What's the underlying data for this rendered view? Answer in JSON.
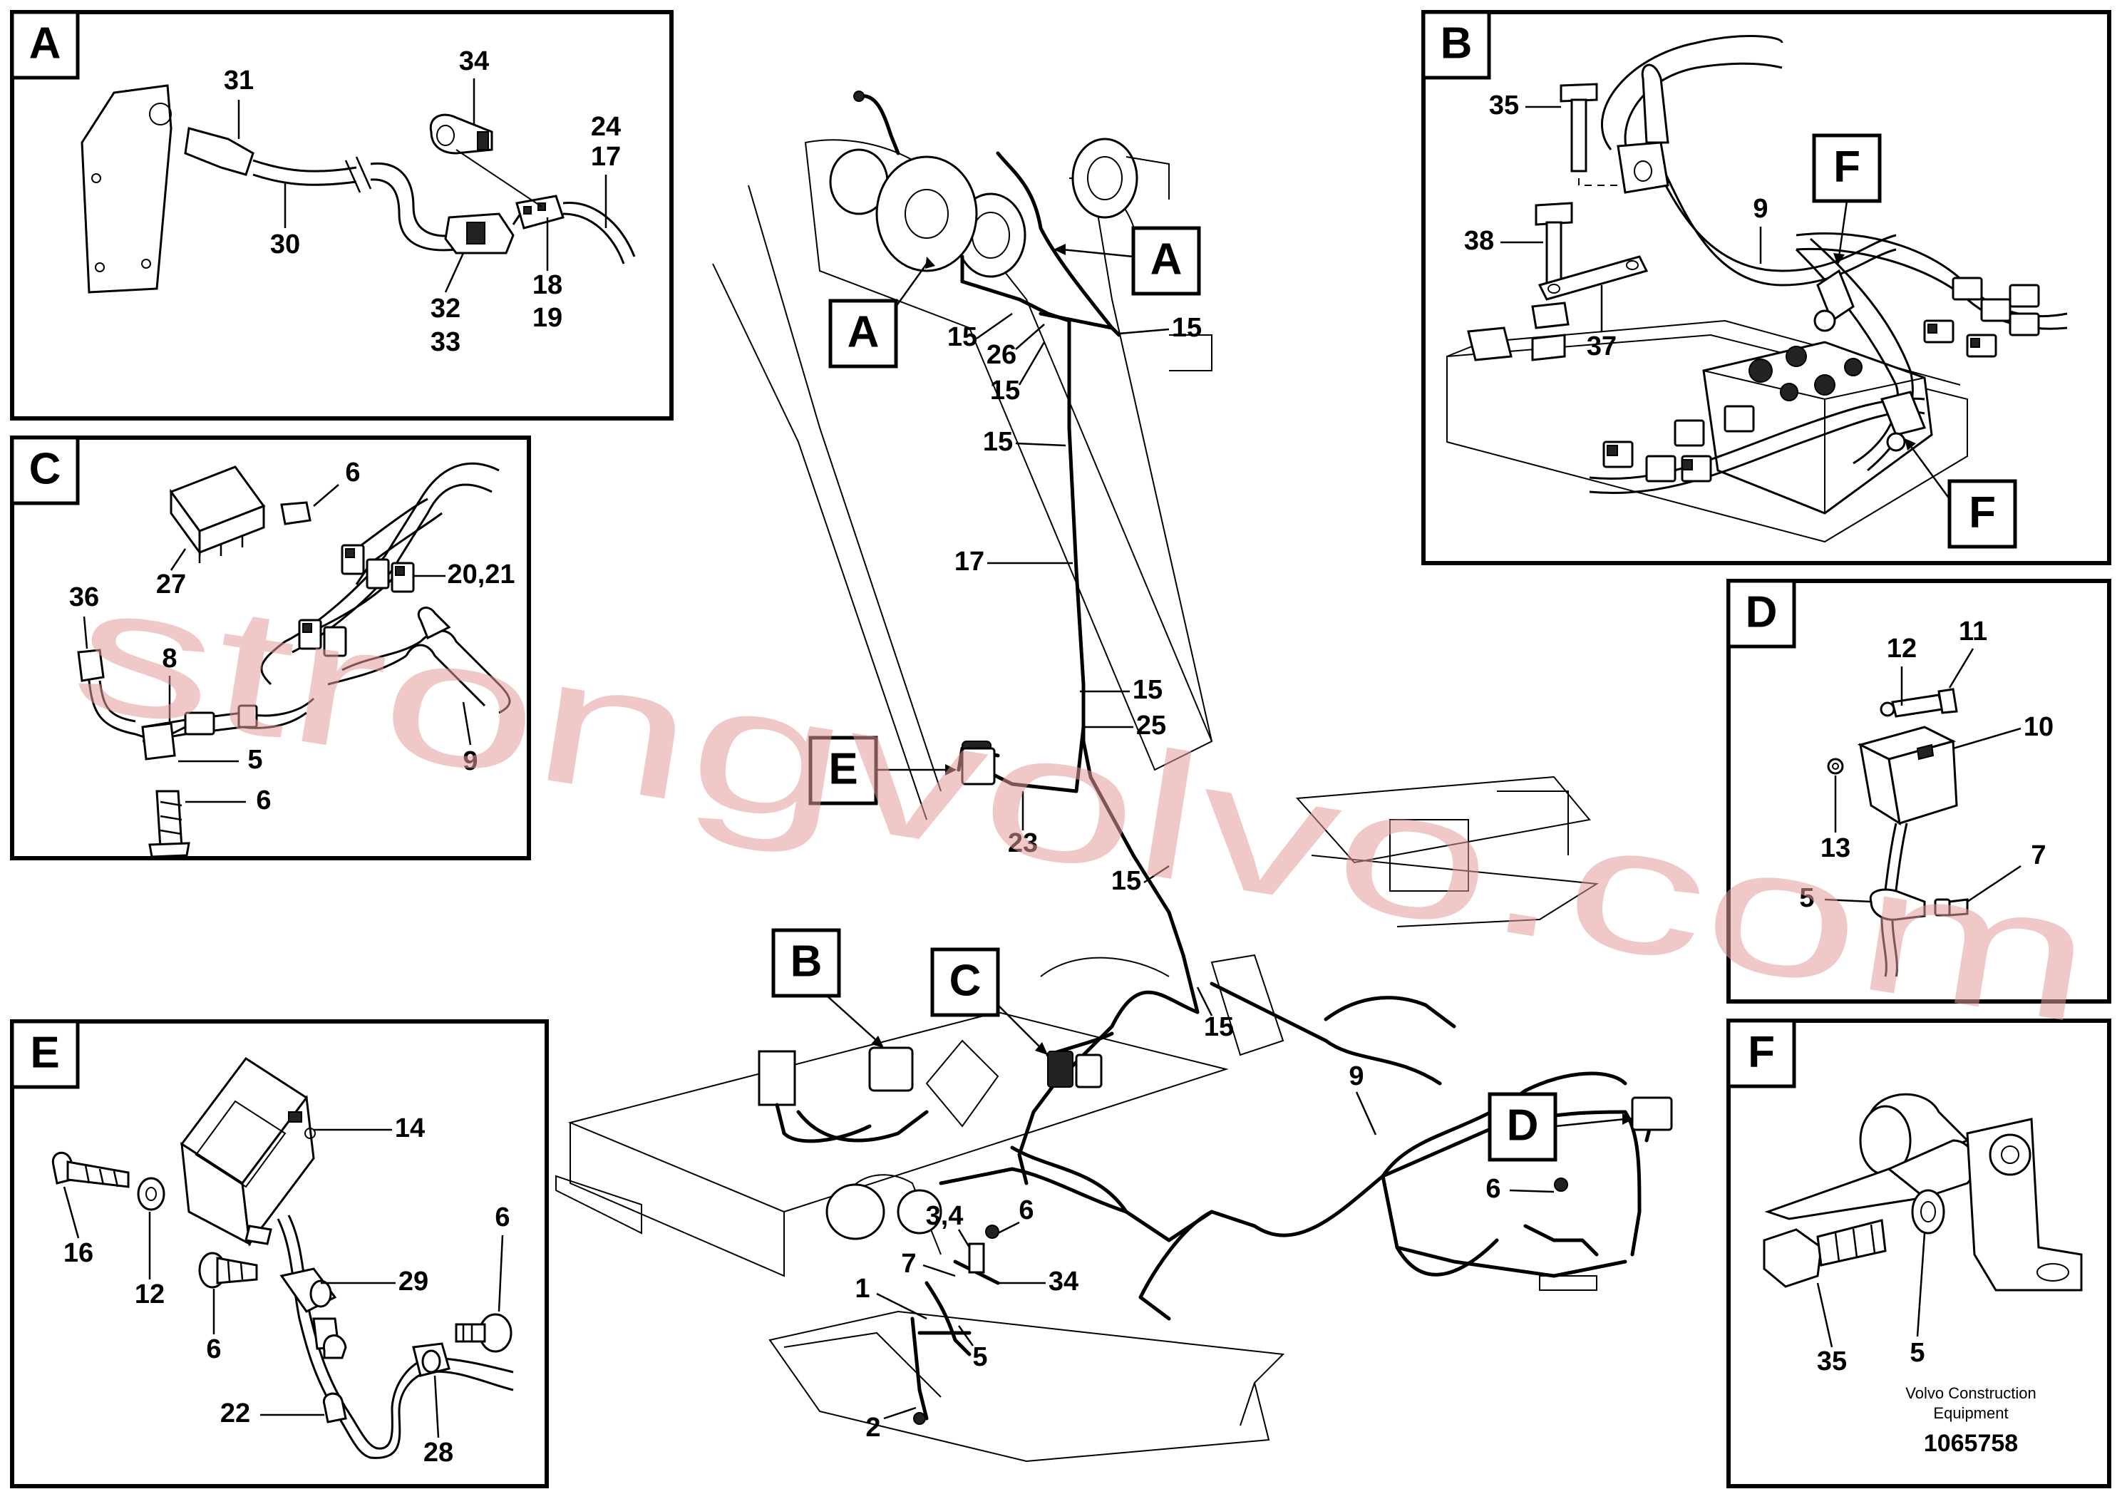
{
  "panels": {
    "A": {
      "tag": "A",
      "labels": [
        "31",
        "34",
        "24",
        "17",
        "30",
        "32",
        "33",
        "18",
        "19"
      ]
    },
    "B": {
      "tag": "B",
      "labels": [
        "35",
        "38",
        "37",
        "9"
      ],
      "subtags": [
        "F",
        "F"
      ]
    },
    "C": {
      "tag": "C",
      "labels": [
        "6",
        "27",
        "20,21",
        "36",
        "8",
        "5",
        "6",
        "9"
      ]
    },
    "D": {
      "tag": "D",
      "labels": [
        "12",
        "11",
        "10",
        "13",
        "7",
        "5"
      ]
    },
    "E": {
      "tag": "E",
      "labels": [
        "14",
        "16",
        "12",
        "29",
        "6",
        "6",
        "22",
        "28"
      ]
    },
    "F": {
      "tag": "F",
      "labels": [
        "35",
        "5"
      ]
    }
  },
  "main": {
    "callouts": [
      "A",
      "A",
      "E",
      "B",
      "C",
      "D"
    ],
    "labels": [
      "15",
      "26",
      "15",
      "15",
      "15",
      "17",
      "15",
      "25",
      "23",
      "15",
      "15",
      "9",
      "3,4",
      "6",
      "7",
      "34",
      "1",
      "5",
      "2",
      "6"
    ]
  },
  "footer": {
    "company_line1": "Volvo Construction",
    "company_line2": "Equipment",
    "doc_number": "1065758"
  },
  "watermark": "strongvolvo.com"
}
